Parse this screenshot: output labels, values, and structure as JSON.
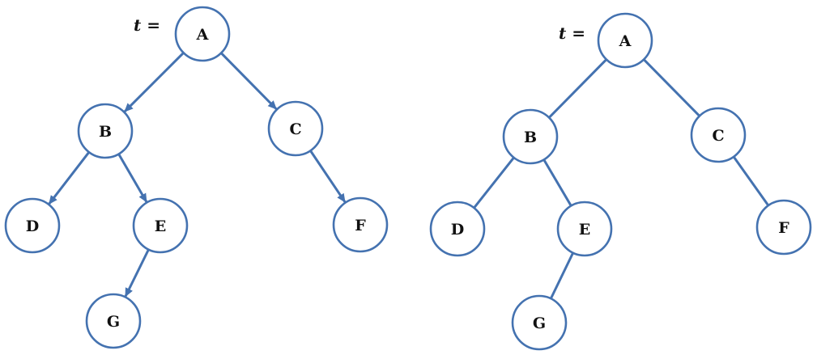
{
  "trees": [
    {
      "id": "left-tree",
      "caption": "t =",
      "directed": true,
      "nodes": [
        "A",
        "B",
        "C",
        "D",
        "E",
        "F",
        "G"
      ],
      "edges": [
        [
          "A",
          "B"
        ],
        [
          "A",
          "C"
        ],
        [
          "B",
          "D"
        ],
        [
          "B",
          "E"
        ],
        [
          "C",
          "F"
        ],
        [
          "E",
          "G"
        ]
      ]
    },
    {
      "id": "right-tree",
      "caption": "t =",
      "directed": false,
      "nodes": [
        "A",
        "B",
        "C",
        "D",
        "E",
        "F",
        "G"
      ],
      "edges": [
        [
          "A",
          "B"
        ],
        [
          "A",
          "C"
        ],
        [
          "B",
          "D"
        ],
        [
          "B",
          "E"
        ],
        [
          "C",
          "F"
        ],
        [
          "E",
          "G"
        ]
      ]
    }
  ],
  "colors": {
    "edge": "#4472b0",
    "node_border": "#4472b0",
    "node_fill": "#ffffff",
    "label": "#111111"
  }
}
